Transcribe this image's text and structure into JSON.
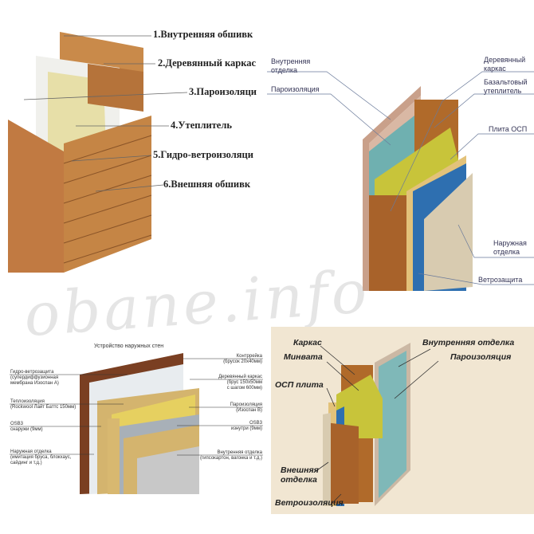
{
  "panel_top_left": {
    "labels": [
      "1.Внутренняя обшивк",
      "2.Деревянный каркас",
      "3.Пароизоляци",
      "4.Утеплитель",
      "5.Гидро-ветроизоляци",
      "6.Внешняя обшивк"
    ]
  },
  "panel_top_right": {
    "labels": [
      "Внутренняя\nотделка",
      "Пароизоляция",
      "Деревянный\nкаркас",
      "Базальтовый\nутеплитель",
      "Плита ОСП",
      "Наружная\nотделка",
      "Ветрозащита"
    ]
  },
  "panel_bottom_left": {
    "title": "Устройство наружных стен",
    "labels_left": [
      "Гидро-ветрозащита\n(супердиффузионная\nмембрана Изоспан А)",
      "Теплоизоляция\n(Rockwool Лайт Баттс 150мм)",
      "OSB3\nснаружи (9мм)",
      "Наружная отделка\n(имитация бруса, блокхаус,\nсайдинг и т.д.)"
    ],
    "labels_right": [
      "Контррейка\n(брусок 20х40мм)",
      "Деревянный каркас\n(брус 150х50мм\nс шагом 600мм)",
      "Пароизоляция\n(Изоспан В)",
      "OSB3\nизнутри (9мм)",
      "Внутренняя отделка\n(гипсокартон, вагонка и т.д.)"
    ]
  },
  "panel_bottom_right": {
    "labels": [
      "Каркас",
      "Минвата",
      "ОСП плита",
      "Внешняя\nотделка",
      "Ветроизоляция",
      "Внутренняя отделка",
      "Пароизоляция"
    ]
  },
  "watermark": "obane.info"
}
